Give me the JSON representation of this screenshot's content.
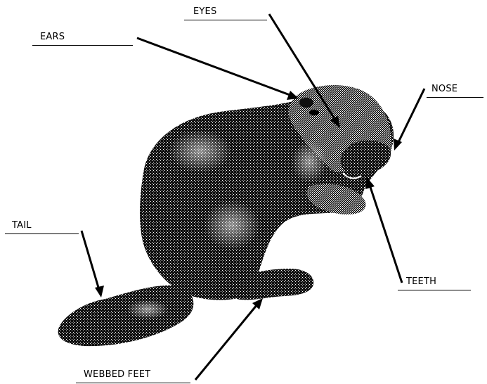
{
  "diagram": {
    "labels": {
      "eyes": "EYES",
      "ears": "EARS",
      "nose": "NOSE",
      "tail": "TAIL",
      "teeth": "TEETH",
      "webbed_feet": "WEBBED FEET"
    }
  },
  "colors": {
    "ink": "#000000",
    "background": "#ffffff"
  }
}
